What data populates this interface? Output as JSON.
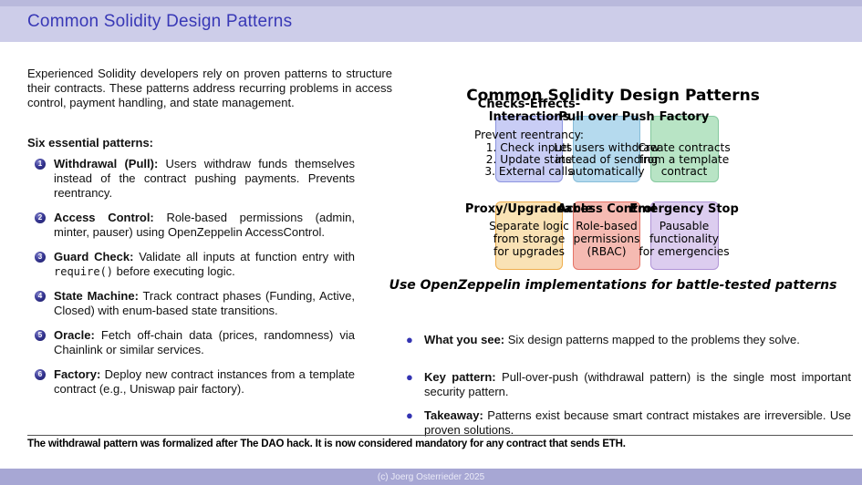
{
  "header": {
    "title": "Common Solidity Design Patterns"
  },
  "left": {
    "intro": "Experienced Solidity developers rely on proven patterns to structure their contracts. These patterns address recurring problems in access control, payment handling, and state management.",
    "heading": "Six essential patterns:",
    "items": [
      {
        "num": "1",
        "term": "Withdrawal (Pull):",
        "desc": " Users withdraw funds themselves instead of the contract pushing payments. Prevents reentrancy."
      },
      {
        "num": "2",
        "term": "Access Control:",
        "desc": " Role-based permissions (admin, minter, pauser) using OpenZeppelin AccessControl."
      },
      {
        "num": "3",
        "term": "Guard Check:",
        "desc_pre": " Validate all inputs at function entry with ",
        "code": "require()",
        "desc_post": " before executing logic."
      },
      {
        "num": "4",
        "term": "State Machine:",
        "desc": " Track contract phases (Funding, Active, Closed) with enum-based state transitions."
      },
      {
        "num": "5",
        "term": "Oracle:",
        "desc": " Fetch off-chain data (prices, randomness) via Chainlink or similar services."
      },
      {
        "num": "6",
        "term": "Factory:",
        "desc": " Deploy new contract instances from a template contract (e.g., Uniswap pair factory)."
      }
    ]
  },
  "diagram": {
    "title": "Common Solidity Design Patterns",
    "caption": "Use OpenZeppelin implementations for battle-tested patterns",
    "boxes": [
      {
        "name": "checks-effects-interactions",
        "title_line1": "Checks-Effects-",
        "title_line2": "Interactions",
        "body": [
          "Prevent reentrancy:",
          "1. Check inputs",
          "2. Update state",
          "3. External calls"
        ],
        "fill": "#c9cdf5",
        "border": "#8d96e0"
      },
      {
        "name": "pull-over-push",
        "title": "Pull over Push",
        "body": [
          "Let users withdraw",
          "instead of sending",
          "automatically"
        ],
        "fill": "#b5daee",
        "border": "#87bdd9"
      },
      {
        "name": "factory",
        "title": "Factory",
        "body": [
          "Create contracts",
          "from a template",
          "contract"
        ],
        "fill": "#b8e4c5",
        "border": "#84c89e"
      },
      {
        "name": "proxy-upgradeable",
        "title": "Proxy/Upgradeable",
        "body": [
          "Separate logic",
          "from storage",
          "for upgrades"
        ],
        "fill": "#f9e2b5",
        "border": "#efae4e"
      },
      {
        "name": "access-control",
        "title": "Access Control",
        "body": [
          "Role-based",
          "permissions",
          "(RBAC)"
        ],
        "fill": "#f5bab2",
        "border": "#e57366"
      },
      {
        "name": "emergency-stop",
        "title": "Emergency Stop",
        "body": [
          "Pausable",
          "functionality",
          "for emergencies"
        ],
        "fill": "#dccdef",
        "border": "#b094d6"
      }
    ]
  },
  "bullets": [
    {
      "term": "What you see:",
      "desc": " Six design patterns mapped to the problems they solve."
    },
    {
      "term": "Key pattern:",
      "desc": " Pull-over-push (withdrawal pattern) is the single most important security pattern."
    },
    {
      "term": "Takeaway:",
      "desc": " Patterns exist because smart contract mistakes are irreversible. Use proven solutions."
    }
  ],
  "footnote": "The withdrawal pattern was formalized after The DAO hack. It is now considered mandatory for any contract that sends ETH.",
  "footer": {
    "copyright": "(c) Joerg Osterrieder 2025"
  },
  "colors": {
    "accent": "#3333b3",
    "header_bg": "#cdcde9",
    "header_strip": "#b9b9dc",
    "footer_bg": "#a7a7d4"
  }
}
